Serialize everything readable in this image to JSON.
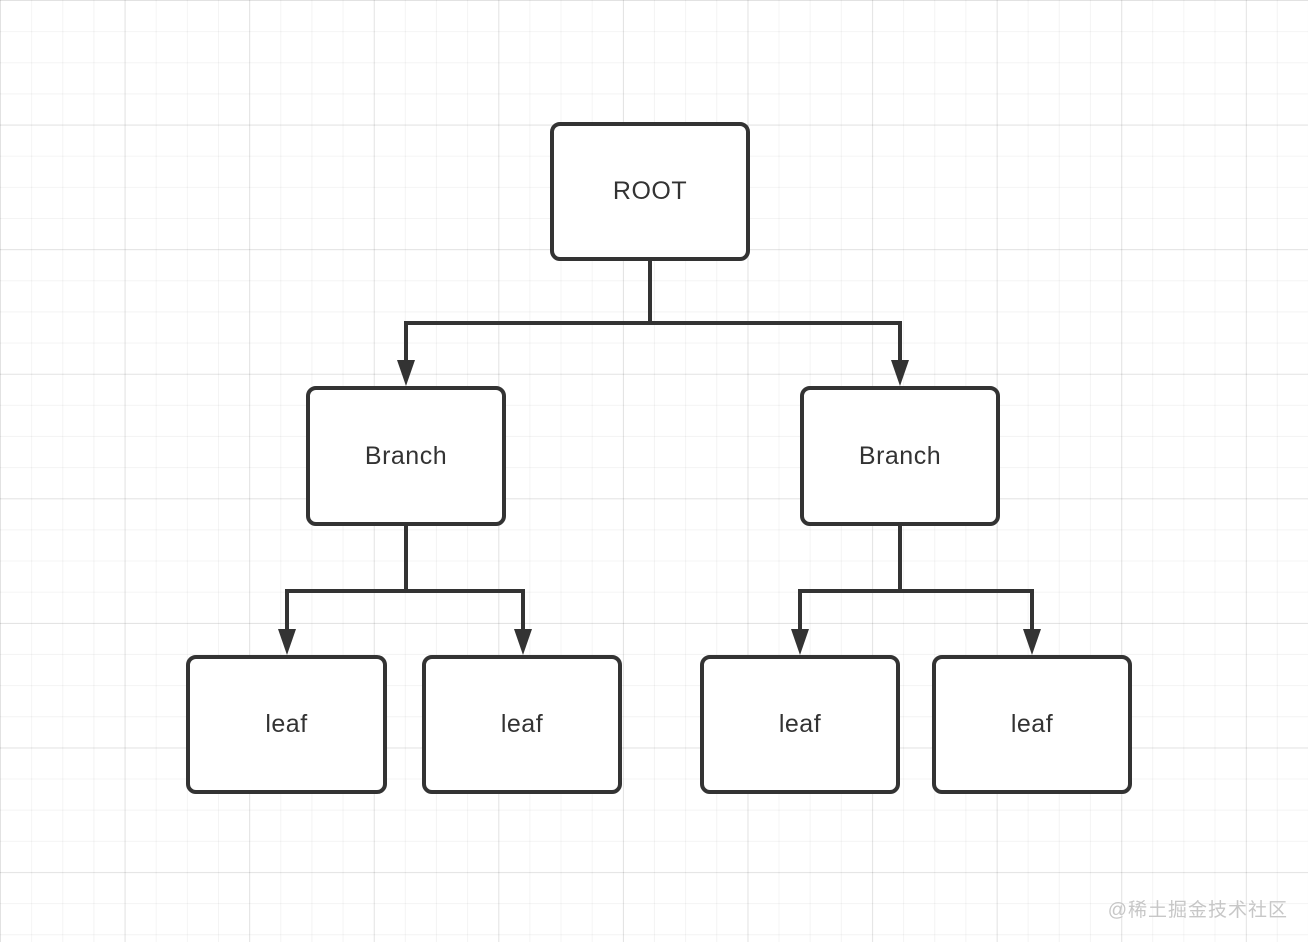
{
  "diagram": {
    "type": "tree",
    "nodes": {
      "root": {
        "label": "ROOT"
      },
      "branch_left": {
        "label": "Branch"
      },
      "branch_right": {
        "label": "Branch"
      },
      "leaf_1": {
        "label": "leaf"
      },
      "leaf_2": {
        "label": "leaf"
      },
      "leaf_3": {
        "label": "leaf"
      },
      "leaf_4": {
        "label": "leaf"
      }
    },
    "edges": [
      {
        "from": "root",
        "to": "branch_left",
        "arrow": "down"
      },
      {
        "from": "root",
        "to": "branch_right",
        "arrow": "down"
      },
      {
        "from": "branch_left",
        "to": "leaf_1",
        "arrow": "down"
      },
      {
        "from": "branch_left",
        "to": "leaf_2",
        "arrow": "down"
      },
      {
        "from": "branch_right",
        "to": "leaf_3",
        "arrow": "down"
      },
      {
        "from": "branch_right",
        "to": "leaf_4",
        "arrow": "down"
      }
    ],
    "colors": {
      "stroke": "#333333",
      "node_border": "#333333",
      "node_fill": "#ffffff",
      "text": "#333333",
      "grid_line": "#ebebeb",
      "background": "#ffffff",
      "watermark": "#c7c7c7"
    }
  },
  "watermark": {
    "text": "@稀土掘金技术社区"
  }
}
